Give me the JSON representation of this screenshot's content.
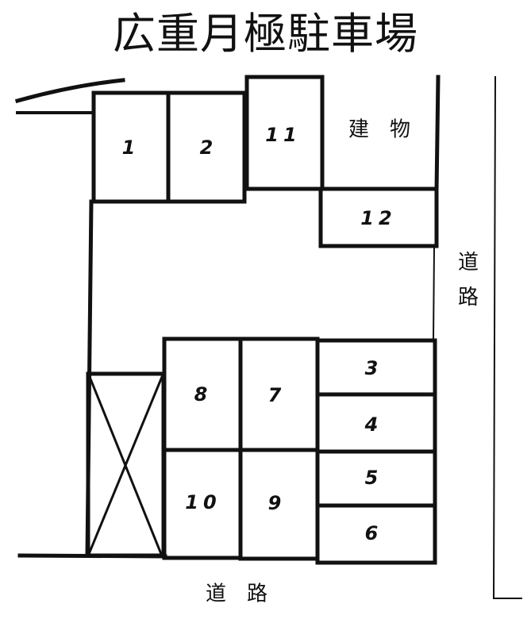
{
  "title": "広重月極駐車場",
  "colors": {
    "line": "#111111",
    "background": "#ffffff"
  },
  "labels": {
    "building": "建　物",
    "road_right": "道路",
    "road_bottom": "道　路"
  },
  "spaces": [
    {
      "id": "1",
      "label": "1"
    },
    {
      "id": "2",
      "label": "2"
    },
    {
      "id": "11",
      "label": "11"
    },
    {
      "id": "12",
      "label": "12"
    },
    {
      "id": "3",
      "label": "3"
    },
    {
      "id": "4",
      "label": "4"
    },
    {
      "id": "5",
      "label": "5"
    },
    {
      "id": "6",
      "label": "6"
    },
    {
      "id": "7",
      "label": "7"
    },
    {
      "id": "8",
      "label": "8"
    },
    {
      "id": "9",
      "label": "9"
    },
    {
      "id": "10",
      "label": "10"
    }
  ],
  "blocked_area": {
    "icon": "x-cross-icon"
  }
}
